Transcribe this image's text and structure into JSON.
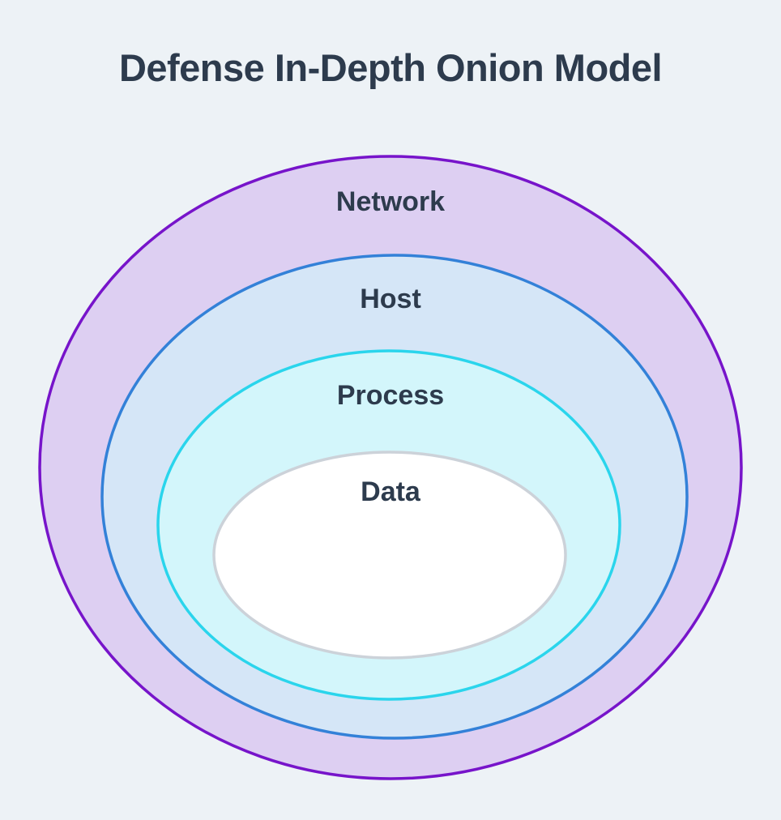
{
  "title": "Defense In-Depth Onion Model",
  "colors": {
    "background": "#edf2f6",
    "text": "#2d3b4d"
  },
  "layers": [
    {
      "label": "Network",
      "fill": "#ddcff2",
      "stroke": "#7714ca"
    },
    {
      "label": "Host",
      "fill": "#d5e6f7",
      "stroke": "#3381d8"
    },
    {
      "label": "Process",
      "fill": "#d3f6fb",
      "stroke": "#2ad5ec"
    },
    {
      "label": "Data",
      "fill": "#ffffff",
      "stroke": "#ccd2d9"
    }
  ]
}
